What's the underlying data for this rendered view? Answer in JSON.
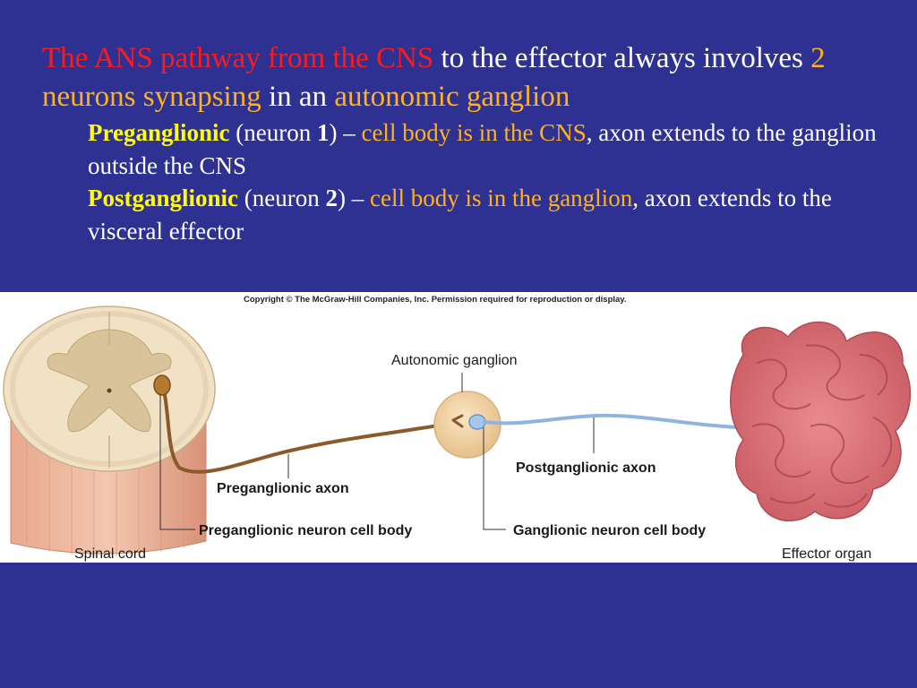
{
  "headline": {
    "part1": "The ANS pathway from the CNS",
    "part2": " to the effector always involves ",
    "part3": "2 neurons synapsing",
    "part4": " in an ",
    "part5": "autonomic ganglion"
  },
  "bullets": [
    {
      "term": "Preganglionic",
      "paren_open": "  (neuron ",
      "num": "1",
      "paren_close": ") – ",
      "highlight": "cell body is in the CNS",
      "rest": ", axon extends to the ganglion outside the CNS"
    },
    {
      "term": "Postganglionic",
      "paren_open": " (neuron  ",
      "num": "2",
      "paren_close": ") – ",
      "highlight": "cell body is in the ganglion",
      "rest": ", axon extends to the visceral effector"
    }
  ],
  "figure": {
    "copyright": "Copyright © The McGraw-Hill Companies, Inc. Permission required for reproduction or display.",
    "labels": {
      "autonomic_ganglion": "Autonomic ganglion",
      "postganglionic_axon": "Postganglionic axon",
      "preganglionic_axon": "Preganglionic axon",
      "preganglionic_cell_body": "Preganglionic neuron cell body",
      "ganglionic_cell_body": "Ganglionic neuron cell body",
      "spinal_cord": "Spinal cord",
      "effector_organ": "Effector organ"
    }
  },
  "colors": {
    "background": "#2e3192",
    "red": "#ff1a1a",
    "amber": "#ffb21c",
    "yellow": "#ffff00",
    "preganglionic_axon": "#8b5a2b",
    "postganglionic_axon": "#8fb4e0",
    "intestine": "#d9737a"
  }
}
